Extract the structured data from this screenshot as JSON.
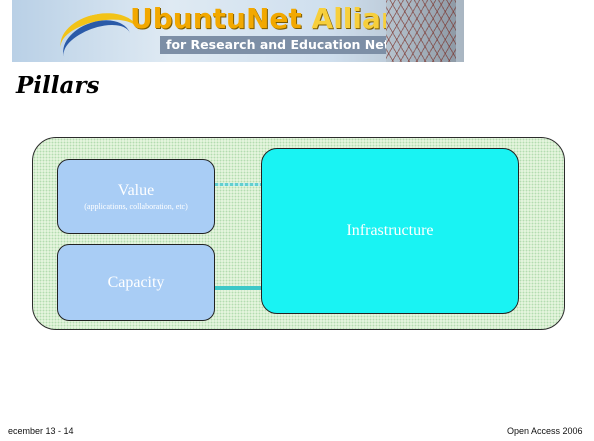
{
  "banner": {
    "title_part1": "UbuntuNet",
    "title_part2": " Alliance",
    "subtitle": "for Research and Education Networking"
  },
  "slide": {
    "title": "Pillars"
  },
  "diagram": {
    "value_label": "Value",
    "value_sublabel": "(applications, collaboration, etc)",
    "capacity_label": "Capacity",
    "infrastructure_label": "Infrastructure"
  },
  "footer": {
    "left": "ecember 13 - 14",
    "right": "Open Access 2006"
  }
}
